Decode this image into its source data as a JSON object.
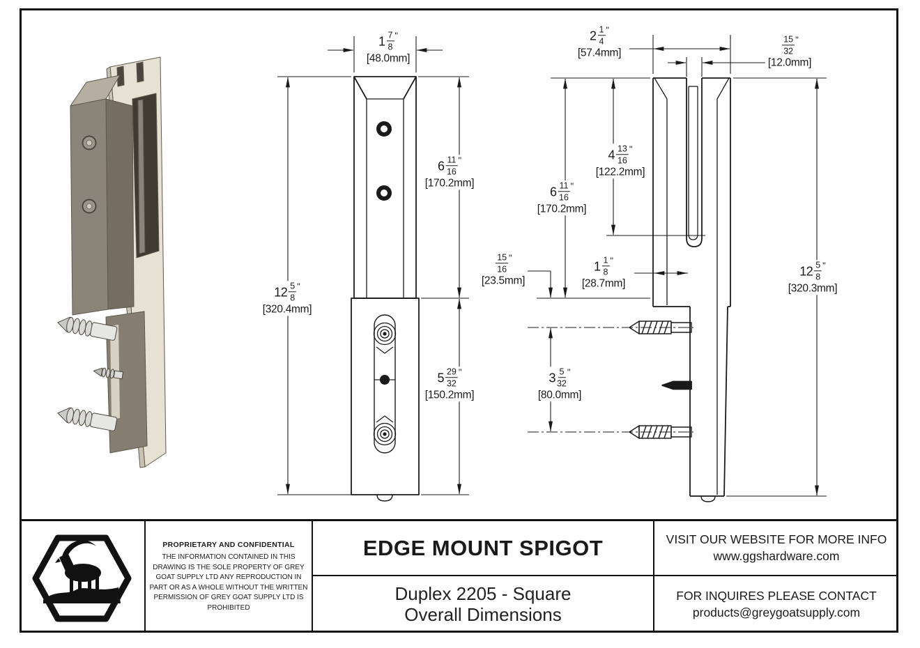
{
  "colors": {
    "line": "#1a1a1a",
    "iso_cream": "#e7e1d3",
    "iso_grey_face": "#8b8478",
    "iso_grey_light": "#b6afa1",
    "iso_grey_side": "#746d60",
    "iso_slot_dark": "#3f3b33",
    "iso_lower_grey": "#857e71"
  },
  "dims": {
    "front_width": {
      "whole": "1",
      "num": "7",
      "den": "8",
      "unit": "\"",
      "mm": "[48.0mm]"
    },
    "front_upper_height": {
      "whole": "6",
      "num": "11",
      "den": "16",
      "unit": "\"",
      "mm": "[170.2mm]"
    },
    "front_total_height": {
      "whole": "12",
      "num": "5",
      "den": "8",
      "unit": "\"",
      "mm": "[320.4mm]"
    },
    "front_step": {
      "whole": "",
      "num": "15",
      "den": "16",
      "unit": "\"",
      "mm": "[23.5mm]"
    },
    "front_lower_height": {
      "whole": "5",
      "num": "29",
      "den": "32",
      "unit": "\"",
      "mm": "[150.2mm]"
    },
    "side_width": {
      "whole": "2",
      "num": "1",
      "den": "4",
      "unit": "\"",
      "mm": "[57.4mm]"
    },
    "side_gap": {
      "whole": "",
      "num": "15",
      "den": "32",
      "unit": "\"",
      "mm": "[12.0mm]"
    },
    "side_slot_depth": {
      "whole": "4",
      "num": "13",
      "den": "16",
      "unit": "\"",
      "mm": "[122.2mm]"
    },
    "side_upper_height": {
      "whole": "6",
      "num": "11",
      "den": "16",
      "unit": "\"",
      "mm": "[170.2mm]"
    },
    "side_body_offset": {
      "whole": "1",
      "num": "1",
      "den": "8",
      "unit": "\"",
      "mm": "[28.7mm]"
    },
    "side_screw_spacing": {
      "whole": "3",
      "num": "5",
      "den": "32",
      "unit": "\"",
      "mm": "[80.0mm]"
    },
    "side_total_height": {
      "whole": "12",
      "num": "5",
      "den": "8",
      "unit": "\"",
      "mm": "[320.3mm]"
    }
  },
  "title_block": {
    "proprietary_heading": "PROPRIETARY AND CONFIDENTIAL",
    "proprietary_text": "THE INFORMATION CONTAINED IN THIS DRAWING IS THE SOLE PROPERTY OF GREY GOAT SUPPLY LTD ANY REPRODUCTION IN PART OR AS A WHOLE WITHOUT THE WRITTEN PERMISSION OF GREY GOAT SUPPLY LTD IS PROHIBITED",
    "title": "EDGE MOUNT SPIGOT",
    "subtitle_line1": "Duplex 2205 - Square",
    "subtitle_line2": "Overall Dimensions",
    "website_info": "VISIT OUR WEBSITE FOR MORE INFO",
    "website_url": "www.ggshardware.com",
    "contact_info": "FOR INQUIRES PLEASE CONTACT",
    "contact_email": "products@greygoatsupply.com"
  }
}
